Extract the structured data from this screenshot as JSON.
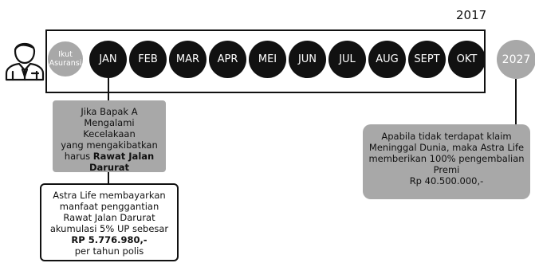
{
  "timeline": {
    "year_start": "2017",
    "start_label_line1": "Ikut",
    "start_label_line2": "Asuransi",
    "months": [
      "JAN",
      "FEB",
      "MAR",
      "APR",
      "MEI",
      "JUN",
      "JUL",
      "AUG",
      "SEPT",
      "OKT"
    ],
    "year_end": "2027"
  },
  "box1": {
    "line1": "Jika Bapak A",
    "line2": "Mengalami Kecelakaan",
    "line3": "yang mengakibatkan",
    "line4_prefix": "harus ",
    "line4_bold": "Rawat Jalan",
    "line5_bold": "Darurat"
  },
  "box2": {
    "line1": "Astra Life membayarkan",
    "line2": "manfaat penggantian",
    "line3": "Rawat Jalan Darurat",
    "line4": "akumulasi 5% UP sebesar",
    "line5_bold": "RP 5.776.980,-",
    "line6": "per tahun polis"
  },
  "box3": {
    "line1": "Apabila tidak terdapat klaim",
    "line2": "Meninggal Dunia, maka Astra Life",
    "line3": "memberikan 100% pengembalian",
    "line4": "Premi",
    "line5": "Rp 40.500.000,-"
  },
  "colors": {
    "dark": "#111111",
    "gray": "#a8a8a8"
  },
  "icons": {
    "person": "person-icon"
  }
}
